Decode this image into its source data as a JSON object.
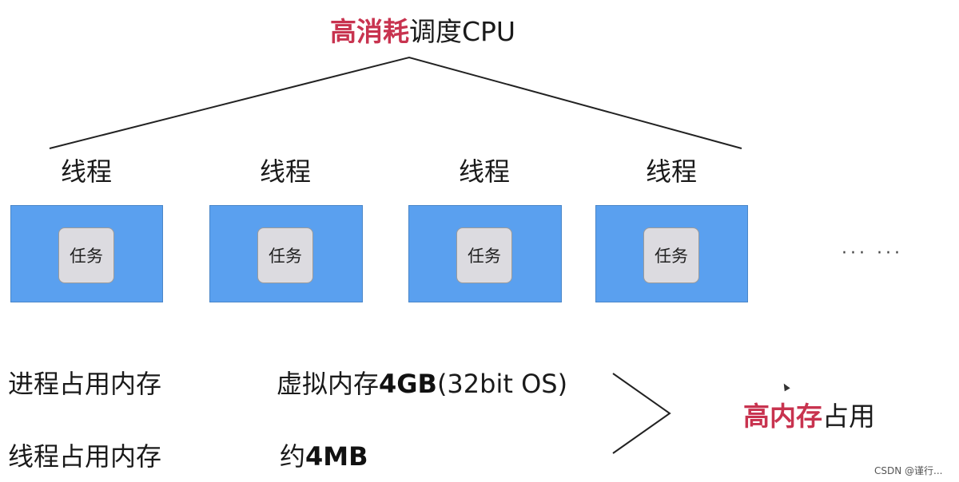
{
  "title": {
    "accent": "高消耗",
    "rest": "调度CPU"
  },
  "threads": [
    {
      "label": "线程",
      "task": "任务"
    },
    {
      "label": "线程",
      "task": "任务"
    },
    {
      "label": "线程",
      "task": "任务"
    },
    {
      "label": "线程",
      "task": "任务"
    }
  ],
  "ellipsis": "··· ···",
  "memory_rows": [
    {
      "label": "进程占用内存",
      "value_prefix": "虚拟内存",
      "value_bold": "4GB",
      "value_suffix": "(32bit OS)"
    },
    {
      "label": "线程占用内存",
      "value_prefix": "约",
      "value_bold": "4MB",
      "value_suffix": ""
    }
  ],
  "conclusion": {
    "accent": "高内存",
    "rest": "占用"
  },
  "watermark": "CSDN @谨行...",
  "colors": {
    "accent": "#c8334f",
    "thread_fill": "#5aa0ef",
    "task_fill": "#dcdbe0"
  }
}
